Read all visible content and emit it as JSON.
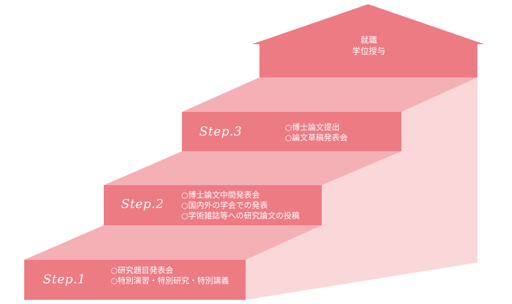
{
  "goal": {
    "line1": "就職",
    "line2": "学位授与"
  },
  "steps": [
    {
      "label": "Step.1",
      "items": [
        "○研究題目発表会",
        "○特別演習・特別研究・特別講義"
      ]
    },
    {
      "label": "Step.2",
      "items": [
        "○博士論文中間発表会",
        "○国内外の学会での発表",
        "○学術雑誌等への研究論文の投稿"
      ]
    },
    {
      "label": "Step.3",
      "items": [
        "○博士論文提出",
        "○論文草稿発表会"
      ]
    }
  ],
  "colors": {
    "riser": "#ed7b84",
    "tread": "#f4b0b4",
    "side": "#fad7d9"
  }
}
